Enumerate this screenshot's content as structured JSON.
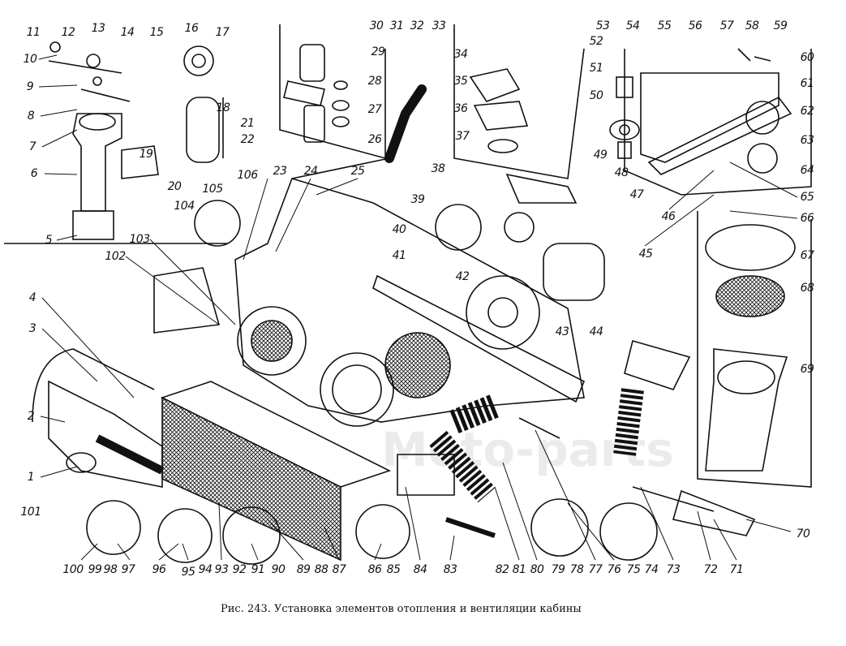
{
  "caption": "Рис. 243. Установка элементов отопления и вентиляции кабины",
  "watermark": "Moto-parts",
  "callouts": [
    "1",
    "2",
    "3",
    "4",
    "5",
    "6",
    "7",
    "8",
    "9",
    "10",
    "11",
    "12",
    "13",
    "14",
    "15",
    "16",
    "17",
    "18",
    "19",
    "20",
    "21",
    "22",
    "23",
    "24",
    "25",
    "26",
    "27",
    "28",
    "29",
    "30",
    "31",
    "32",
    "33",
    "34",
    "35",
    "36",
    "37",
    "38",
    "39",
    "40",
    "41",
    "42",
    "43",
    "44",
    "45",
    "46",
    "47",
    "48",
    "49",
    "50",
    "51",
    "52",
    "53",
    "54",
    "55",
    "56",
    "57",
    "58",
    "59",
    "60",
    "61",
    "62",
    "63",
    "64",
    "65",
    "66",
    "67",
    "68",
    "69",
    "70",
    "71",
    "72",
    "73",
    "74",
    "75",
    "76",
    "77",
    "78",
    "79",
    "80",
    "81",
    "82",
    "83",
    "84",
    "85",
    "86",
    "87",
    "88",
    "89",
    "90",
    "91",
    "92",
    "93",
    "94",
    "95",
    "96",
    "97",
    "98",
    "99",
    "100",
    "101",
    "102",
    "103",
    "104",
    "105",
    "106"
  ]
}
